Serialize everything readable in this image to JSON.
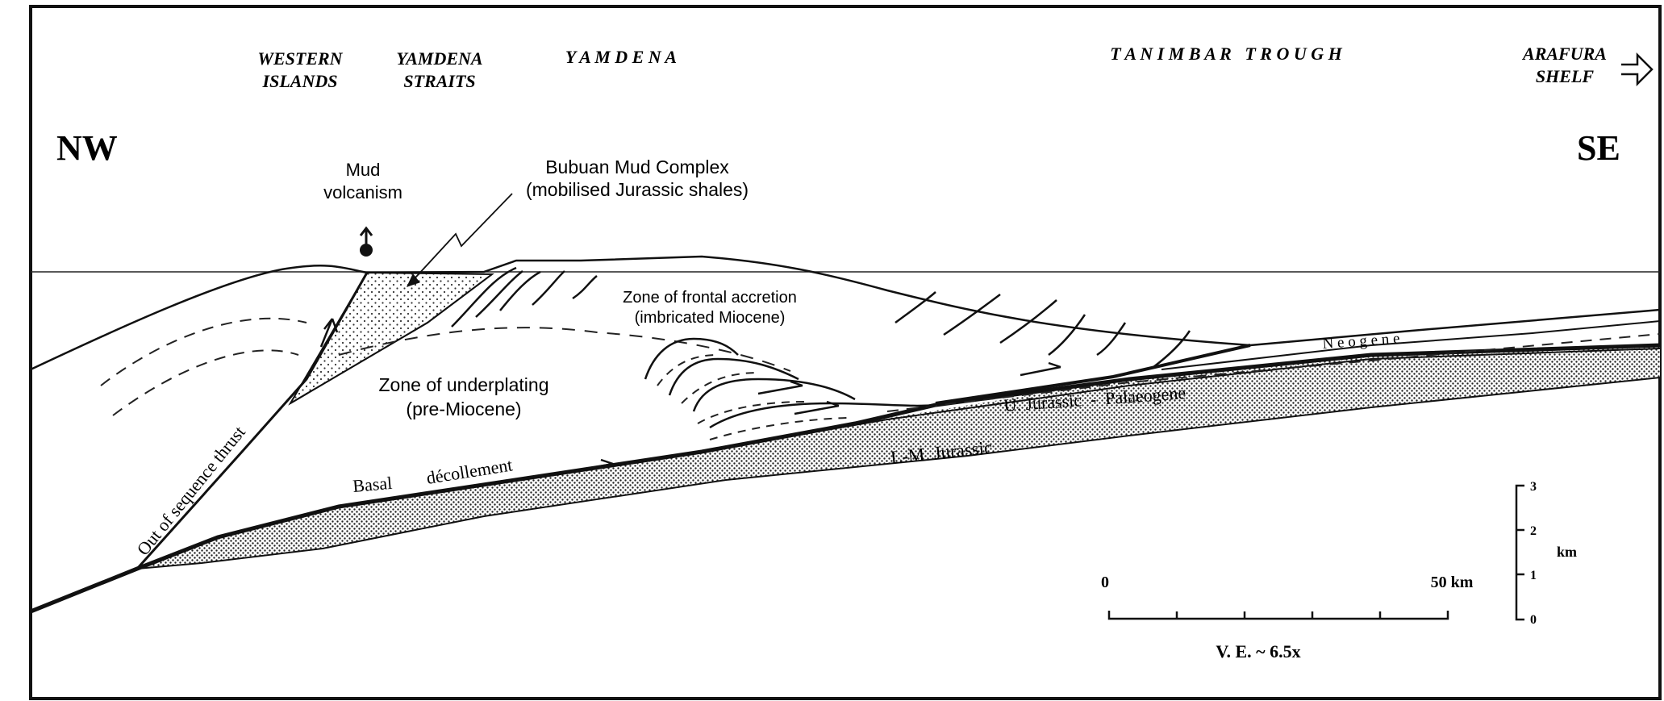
{
  "regions": {
    "western_islands": [
      "WESTERN",
      "ISLANDS"
    ],
    "yamdena_straits": [
      "YAMDENA",
      "STRAITS"
    ],
    "yamdena": "Y A M D E N A",
    "tanimbar_trough": "T A N I M B A R   T R O U G H",
    "arafura_shelf": [
      "ARAFURA",
      "SHELF"
    ]
  },
  "directions": {
    "left": "NW",
    "right": "SE"
  },
  "labels": {
    "mud_volcanism": [
      "Mud",
      "volcanism"
    ],
    "bubuan": [
      "Bubuan Mud Complex",
      "(mobilised Jurassic shales)"
    ],
    "frontal_accretion": [
      "Zone of frontal accretion",
      "(imbricated Miocene)"
    ],
    "underplating": [
      "Zone of underplating",
      "(pre-Miocene)"
    ],
    "neogene": "N e o g e n e",
    "u_jurassic": "U. Jurassic  -  Palaeogene",
    "lm_jurassic": "L-M  Jurassic",
    "basal_decollement_1": "Basal",
    "basal_decollement_2": "décollement",
    "out_of_sequence": "Out of sequence thrust"
  },
  "scale": {
    "h_start": "0",
    "h_end": "50 km",
    "ve": "V. E. ~ 6.5x",
    "v_ticks": [
      "3",
      "2",
      "1",
      "0"
    ],
    "v_unit": "km"
  }
}
